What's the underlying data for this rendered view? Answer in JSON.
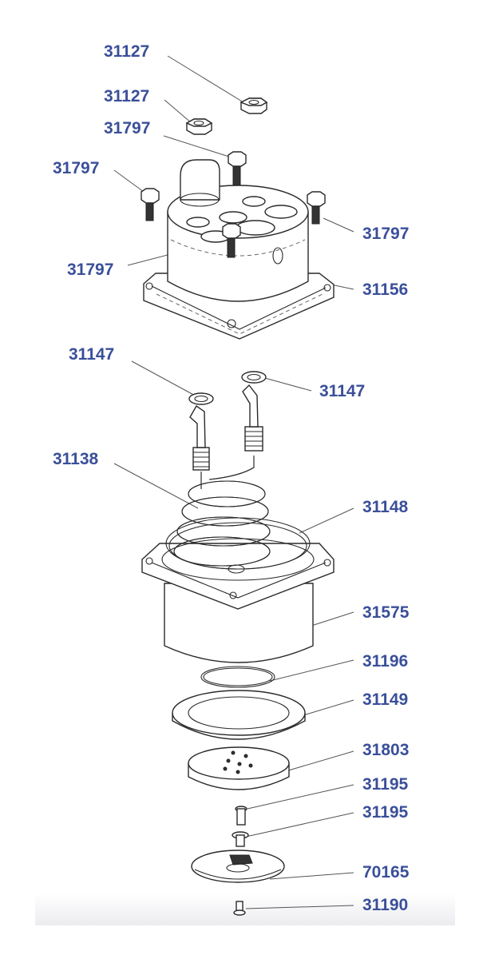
{
  "diagram": {
    "labels": [
      {
        "text": "31127",
        "part": "nut-top"
      },
      {
        "text": "31127",
        "part": "nut-left"
      },
      {
        "text": "31797",
        "part": "bolt-center"
      },
      {
        "text": "31797",
        "part": "bolt-left"
      },
      {
        "text": "31797",
        "part": "bolt-right"
      },
      {
        "text": "31797",
        "part": "bolt-front"
      },
      {
        "text": "31156",
        "part": "boiler-cover"
      },
      {
        "text": "31147",
        "part": "washer-left"
      },
      {
        "text": "31147",
        "part": "washer-right"
      },
      {
        "text": "31138",
        "part": "heating-element"
      },
      {
        "text": "31148",
        "part": "gasket-large"
      },
      {
        "text": "31575",
        "part": "boiler-body"
      },
      {
        "text": "31196",
        "part": "o-ring"
      },
      {
        "text": "31149",
        "part": "flange-ring"
      },
      {
        "text": "31803",
        "part": "shower-holder"
      },
      {
        "text": "31195",
        "part": "screw-upper"
      },
      {
        "text": "31195",
        "part": "screw-lower"
      },
      {
        "text": "70165",
        "part": "shower-screen"
      },
      {
        "text": "31190",
        "part": "center-screw"
      }
    ]
  }
}
